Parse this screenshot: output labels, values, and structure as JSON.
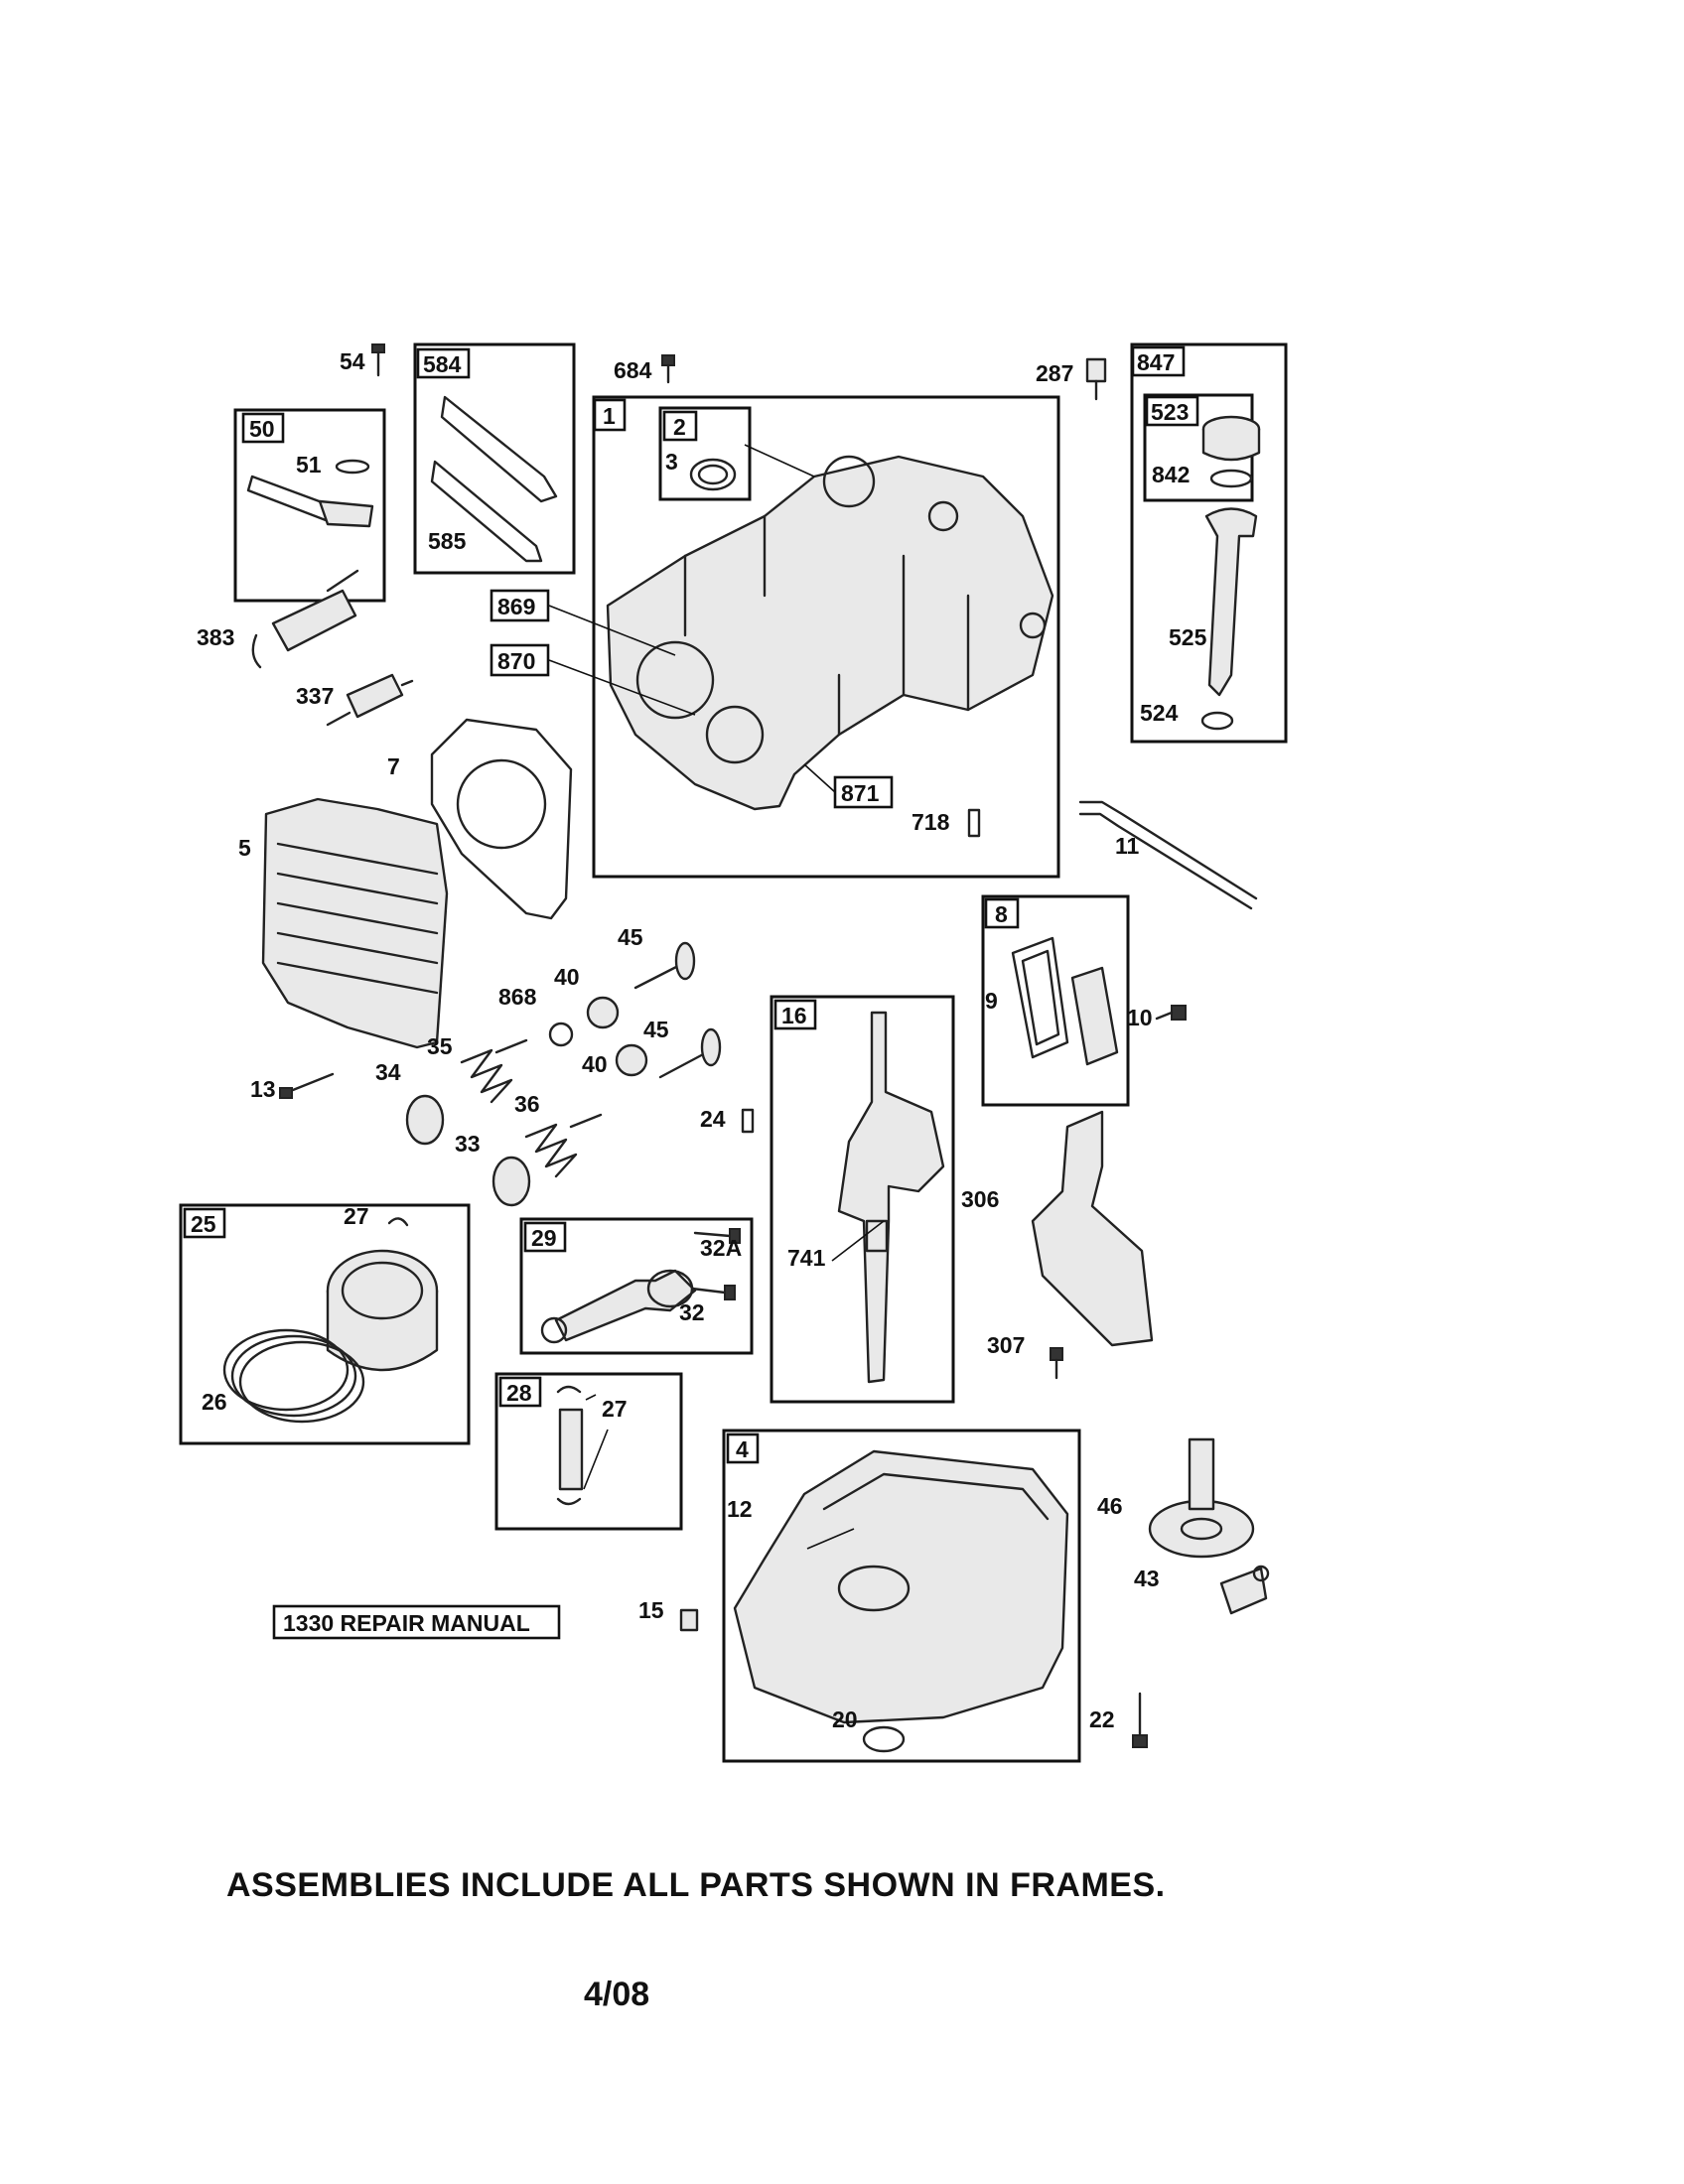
{
  "frames": {
    "f50": "50",
    "f584": "584",
    "f1": "1",
    "f2": "2",
    "f847": "847",
    "f523": "523",
    "f869": "869",
    "f870": "870",
    "f871": "871",
    "f8": "8",
    "f16": "16",
    "f25": "25",
    "f29": "29",
    "f28": "28",
    "f4": "4"
  },
  "labels": {
    "p54": "54",
    "p684": "684",
    "p287": "287",
    "p51": "51",
    "p585": "585",
    "p3": "3",
    "p842": "842",
    "p383": "383",
    "p337": "337",
    "p525": "525",
    "p524": "524",
    "p7": "7",
    "p5": "5",
    "p718": "718",
    "p11": "11",
    "p45a": "45",
    "p40a": "40",
    "p868": "868",
    "p45b": "45",
    "p9": "9",
    "p10": "10",
    "p13": "13",
    "p34": "34",
    "p35": "35",
    "p40b": "40",
    "p36": "36",
    "p33": "33",
    "p24": "24",
    "p306": "306",
    "p27a": "27",
    "p32a": "32A",
    "p741": "741",
    "p26": "26",
    "p32": "32",
    "p307": "307",
    "p27b": "27",
    "p12": "12",
    "p46": "46",
    "p43": "43",
    "p15": "15",
    "p20": "20",
    "p22": "22"
  },
  "repair_manual": "1330 REPAIR MANUAL",
  "footer_note": "ASSEMBLIES INCLUDE ALL PARTS SHOWN IN FRAMES.",
  "date_code": "4/08"
}
